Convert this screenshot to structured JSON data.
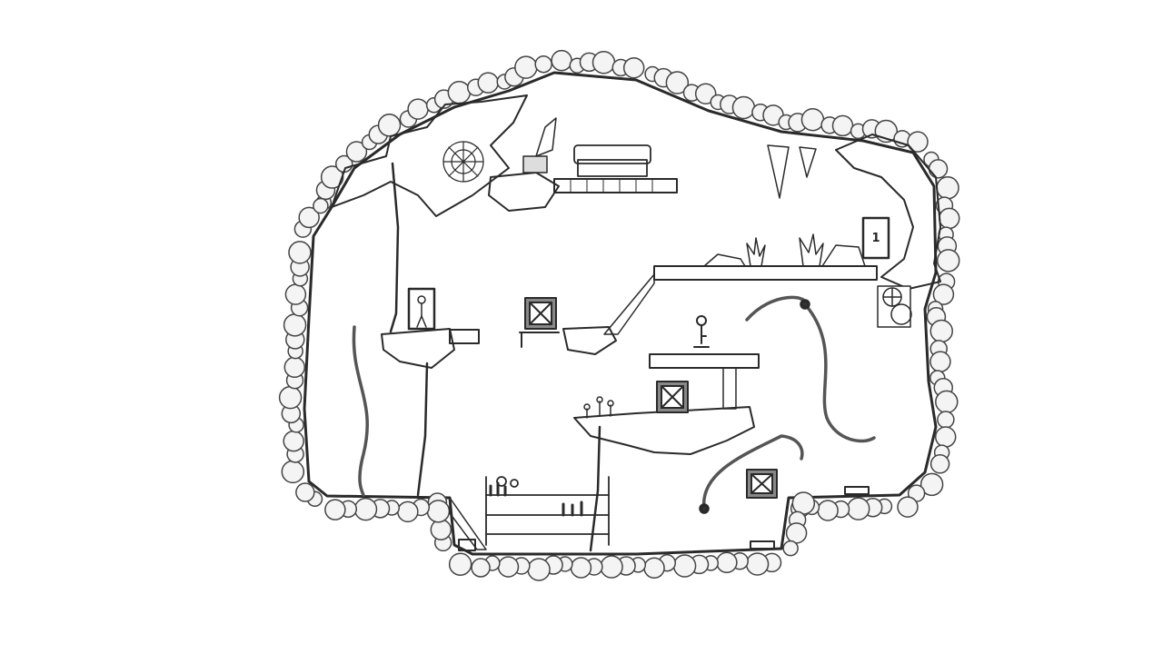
{
  "game": {
    "style": "pencil-sketch cave level",
    "colors": {
      "ink": "#2a2a2a",
      "paper": "#ffffff",
      "shade": "#8a8a8a",
      "rock": "#b5b5b5"
    },
    "exit_door": {
      "emblem": "1"
    },
    "objects": [
      "gramophone",
      "sofa",
      "exit-door",
      "player-door",
      "crate",
      "key",
      "rope",
      "bookshelf",
      "crystals",
      "mushrooms",
      "gear-wheel",
      "spider-web"
    ]
  }
}
